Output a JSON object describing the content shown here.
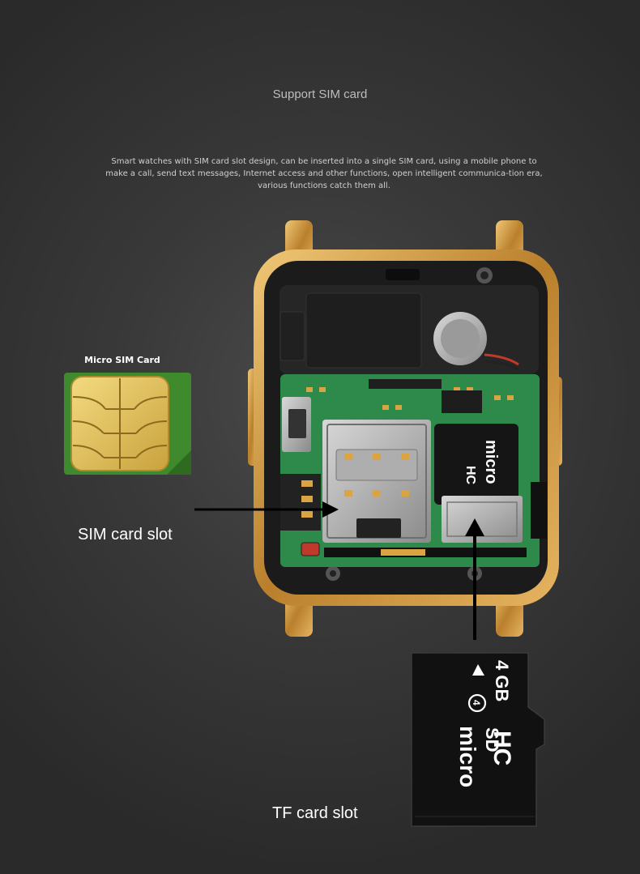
{
  "header": {
    "title": "Support SIM card",
    "description": "Smart watches with SIM card slot design, can be inserted into a single SIM card, using a mobile phone to make a call, send text messages, Internet access and other functions, open intelligent communica-tion era, various functions catch them all."
  },
  "sim_card": {
    "label": "Micro SIM Card"
  },
  "callouts": {
    "sim_slot": "SIM card slot",
    "tf_slot": "TF card slot"
  },
  "tf_card": {
    "brand": "micro",
    "logo": "SD",
    "class": "HC",
    "capacity": "4 GB",
    "speed_class": "4"
  },
  "colors": {
    "gold_frame": "#c9953e",
    "pcb_green": "#2e8a4a",
    "sim_card_green": "#3f8a2c",
    "chip_gold": "#e4c35a"
  }
}
